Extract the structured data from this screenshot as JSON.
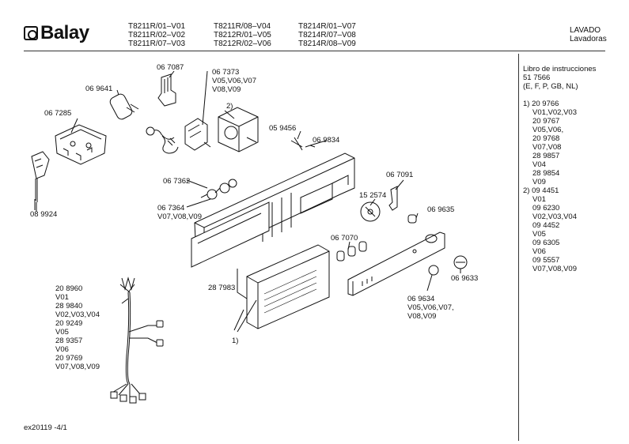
{
  "brand": "Balay",
  "models": {
    "col1": [
      "T8211R/01–V01",
      "T8211R/02–V02",
      "T8211R/07–V03"
    ],
    "col2": [
      "T8211R/08–V04",
      "T8212R/01–V05",
      "T8212R/02–V06"
    ],
    "col3": [
      "T8214R/01–V07",
      "T8214R/07–V08",
      "T8214R/08–V09"
    ]
  },
  "category": {
    "line1": "LAVADO",
    "line2": "Lavadoras"
  },
  "parts": {
    "p067087": "06 7087",
    "p067373": "06 7373",
    "p067373_v1": "V05,V06,V07",
    "p067373_v2": "V08,V09",
    "p069641": "06 9641",
    "p067285": "06 7285",
    "note2": "2)",
    "p059456": "05 9456",
    "p069834": "06 9834",
    "p089924": "08 9924",
    "p067362": "06 7362",
    "p067364": "06 7364",
    "p067364_v": "V07,V08,V09",
    "p067091": "06 7091",
    "p152574": "15 2574",
    "p069635": "06 9635",
    "p067070": "06 7070",
    "p287983": "28 7983",
    "p069633": "06 9633",
    "p069634": "06 9634",
    "p069634_v1": "V05,V06,V07,",
    "p069634_v2": "V08,V09",
    "note1": "1)"
  },
  "harness_list": [
    "20 8960",
    "V01",
    "28 9840",
    "V02,V03,V04",
    "20 9249",
    "V05",
    "28 9357",
    "V06",
    "20 9769",
    "V07,V08,V09"
  ],
  "side_list": [
    "Libro de instrucciones",
    "51 7566",
    "(E, F, P, GB, NL)",
    "",
    "1) 20 9766",
    "    V01,V02,V03",
    "    20 9767",
    "    V05,V06,",
    "    20 9768",
    "    V07,V08",
    "    28 9857",
    "    V04",
    "    28 9854",
    "    V09",
    "2) 09 4451",
    "    V01",
    "    09 6230",
    "    V02,V03,V04",
    "    09 4452",
    "    V05",
    "    09 6305",
    "    V06",
    "    09 5557",
    "    V07,V08,V09"
  ],
  "footer": "ex20119 -4/1"
}
